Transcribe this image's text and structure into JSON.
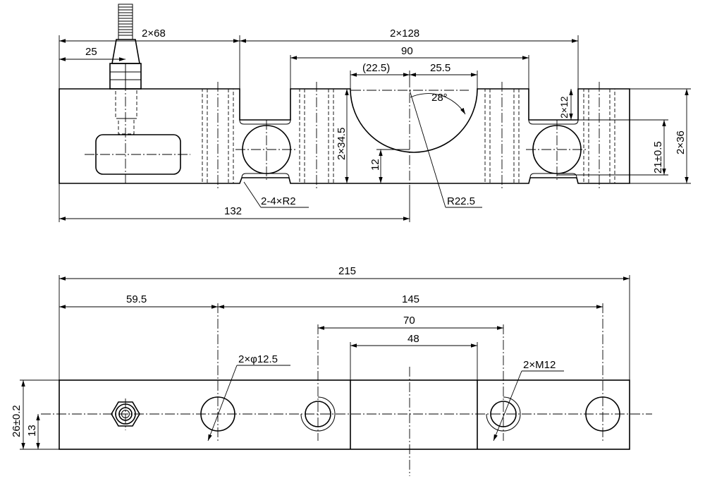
{
  "top_view": {
    "dims": {
      "d_2x68": "2×68",
      "d_25": "25",
      "d_2x128": "2×128",
      "d_90": "90",
      "d_22_5": "(22.5)",
      "d_25_5": "25.5",
      "d_28": "28°",
      "d_2x12": "2×12",
      "d_2x34_5": "2×34.5",
      "d_12": "12",
      "d_21": "21±0.5",
      "d_2x36": "2×36",
      "d_r2": "2-4×R2",
      "d_r22_5": "R22.5",
      "d_132": "132"
    }
  },
  "bottom_view": {
    "dims": {
      "d_215": "215",
      "d_59_5": "59.5",
      "d_145": "145",
      "d_70": "70",
      "d_48": "48",
      "d_hole": "2×φ12.5",
      "d_m12": "2×M12",
      "d_26": "26±0.2",
      "d_13": "13"
    }
  }
}
